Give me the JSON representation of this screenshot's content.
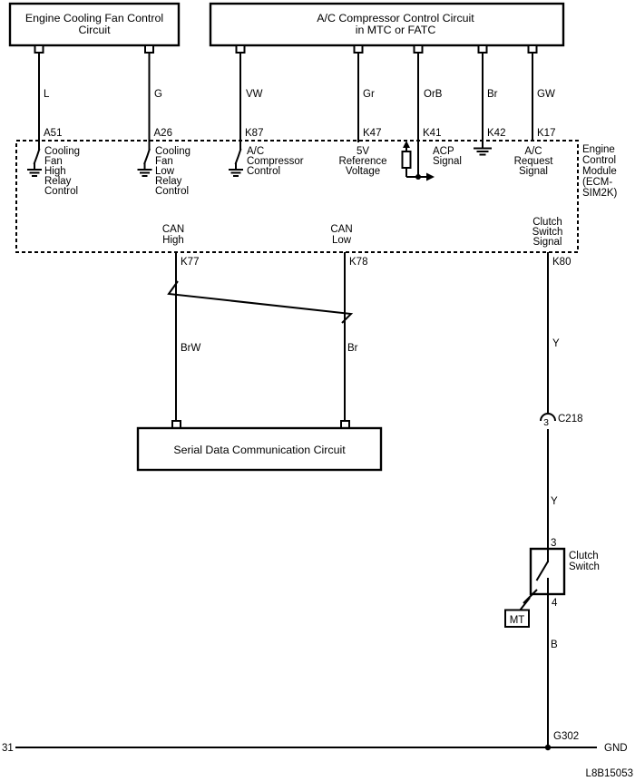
{
  "boxes": {
    "cooling_fan": {
      "title": [
        "Engine Cooling Fan Control",
        "Circuit"
      ]
    },
    "ac_compressor": {
      "title": [
        "A/C Compressor Control Circuit",
        "in MTC or FATC"
      ]
    },
    "serial_data": {
      "title": "Serial Data Communication Circuit"
    }
  },
  "wire_colors": {
    "l": "L",
    "g": "G",
    "vw": "VW",
    "gr": "Gr",
    "orb": "OrB",
    "br": "Br",
    "gw": "GW",
    "brw": "BrW",
    "br2": "Br",
    "y1": "Y",
    "y2": "Y",
    "b": "B"
  },
  "pins": {
    "a51": "A51",
    "a26": "A26",
    "k87": "K87",
    "k47": "K47",
    "k41": "K41",
    "k42": "K42",
    "k17": "K17",
    "k77": "K77",
    "k78": "K78",
    "k80": "K80"
  },
  "ecm": {
    "name": [
      "Engine",
      "Control",
      "Module",
      "(ECM-",
      "SIM2K)"
    ],
    "signals": {
      "fan_high": [
        "Cooling",
        "Fan",
        "High",
        "Relay",
        "Control"
      ],
      "fan_low": [
        "Cooling",
        "Fan",
        "Low",
        "Relay",
        "Control"
      ],
      "ac_compressor_control": [
        "A/C",
        "Compressor",
        "Control"
      ],
      "ref_5v": [
        "5V",
        "Reference",
        "Voltage"
      ],
      "acp": [
        "ACP",
        "Signal"
      ],
      "ac_request": [
        "A/C",
        "Request",
        "Signal"
      ],
      "can_high": [
        "CAN",
        "High"
      ],
      "can_low": [
        "CAN",
        "Low"
      ],
      "clutch_switch_signal": [
        "Clutch",
        "Switch",
        "Signal"
      ]
    }
  },
  "connectors": {
    "c218": {
      "label": "C218",
      "pin": "3"
    }
  },
  "clutch_switch": {
    "name": [
      "Clutch",
      "Switch"
    ],
    "pin_top": "3",
    "pin_bottom": "4",
    "mt_tag": "MT"
  },
  "ground": {
    "left_terminal": "31",
    "name": "G302",
    "right_terminal": "GND"
  },
  "doc_ref": "L8B15053",
  "colors": {
    "line": "#000000",
    "background": "#ffffff"
  }
}
